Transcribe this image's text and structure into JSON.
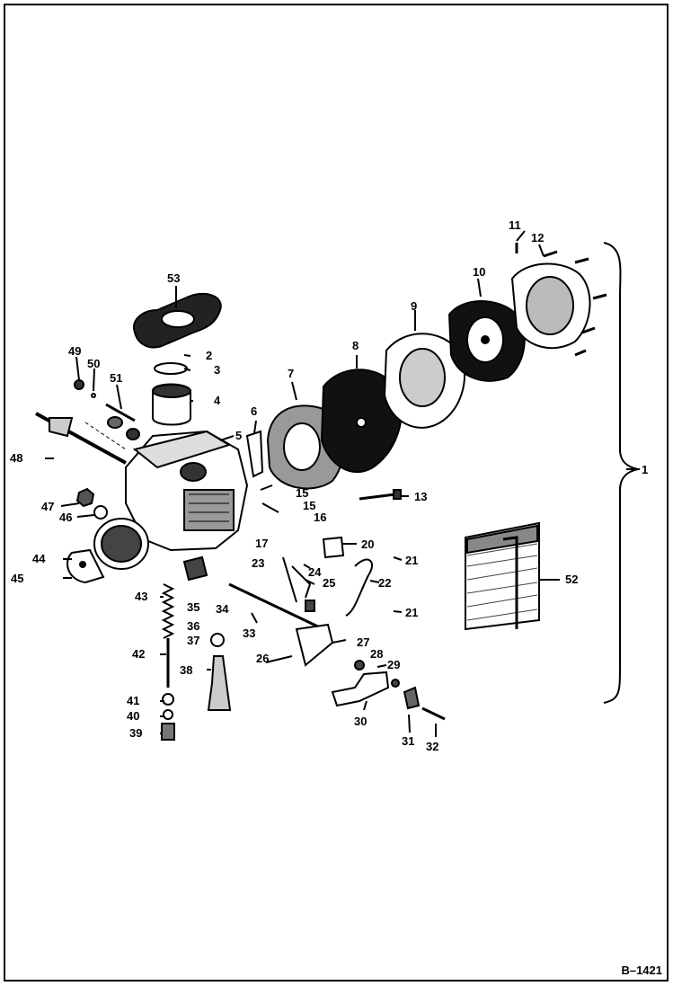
{
  "figure_id": "B–1421",
  "callouts": [
    "1",
    "2",
    "3",
    "4",
    "5",
    "6",
    "7",
    "8",
    "9",
    "10",
    "11",
    "12",
    "13",
    "15",
    "15",
    "16",
    "17",
    "20",
    "21",
    "21",
    "22",
    "23",
    "24",
    "25",
    "26",
    "27",
    "28",
    "29",
    "30",
    "31",
    "32",
    "33",
    "34",
    "35",
    "36",
    "37",
    "38",
    "39",
    "40",
    "41",
    "42",
    "43",
    "44",
    "45",
    "46",
    "47",
    "48",
    "49",
    "50",
    "51",
    "52",
    "53"
  ]
}
